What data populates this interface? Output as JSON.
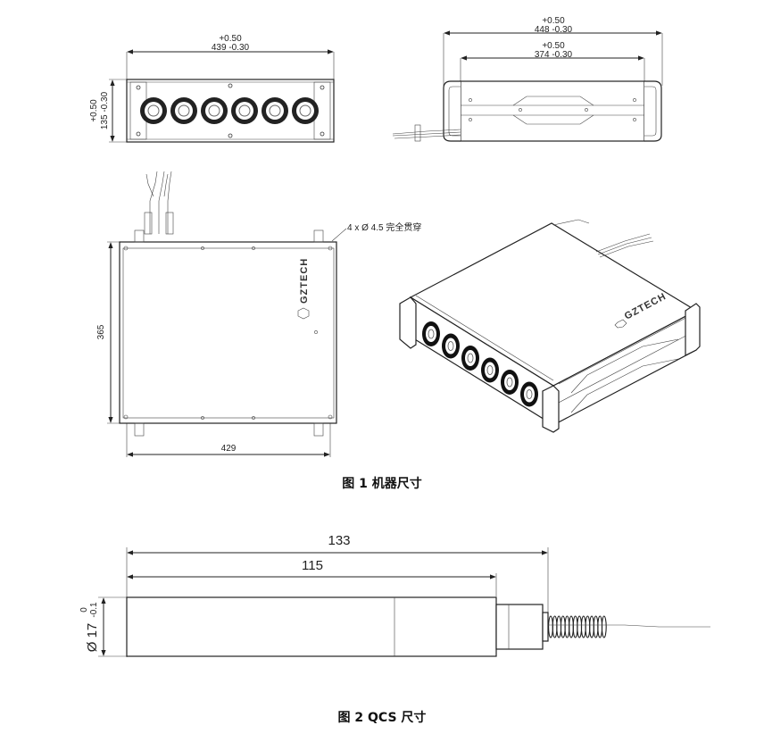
{
  "front_view": {
    "width_dim": "439",
    "width_tol_plus": "+0.50",
    "width_tol_minus": "-0.30",
    "height_dim": "135",
    "height_tol_plus": "+0.50",
    "height_tol_minus": "-0.30"
  },
  "side_view": {
    "overall_dim": "448",
    "overall_tol_plus": "+0.50",
    "overall_tol_minus": "-0.30",
    "inner_dim": "374",
    "inner_tol_plus": "+0.50",
    "inner_tol_minus": "-0.30"
  },
  "top_view": {
    "hole_note": "4 x Ø 4.5 完全贯穿",
    "depth_dim": "365",
    "width_dim": "429",
    "brand": "GZTECH"
  },
  "iso_view": {
    "brand": "GZTECH"
  },
  "caption1": "图 1 机器尺寸",
  "qcs": {
    "overall_dim": "133",
    "body_dim": "115",
    "dia_dim": "Ø 17",
    "dia_tol_plus": "0",
    "dia_tol_minus": "-0.1"
  },
  "caption2": "图 2 QCS 尺寸"
}
